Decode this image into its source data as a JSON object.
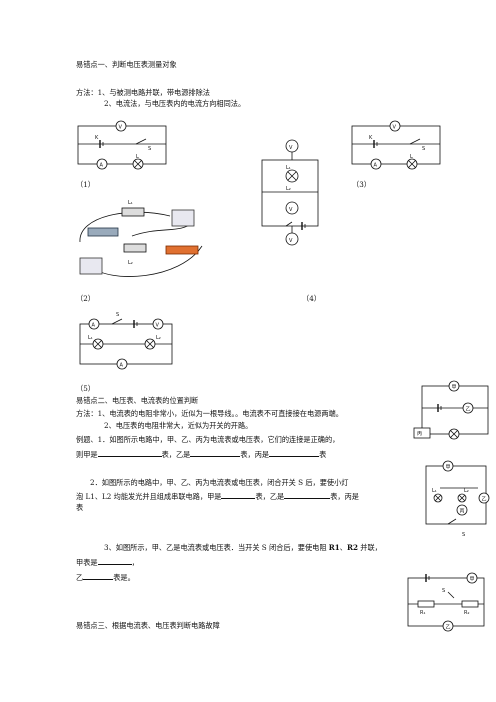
{
  "heading1": "易错点一、判断电压表测量对象",
  "method1": {
    "line1": "方法：1、与被测电路并联，带电源排除法",
    "line2": "2、电流法，与电压表内的电流方向相同法。"
  },
  "fig_labels": {
    "f1": "（1）",
    "f2": "（2）",
    "f3": "（3）",
    "f4": "（4）",
    "f5": "（5）"
  },
  "circuit_symbols": {
    "V": "V",
    "A": "A",
    "S": "S",
    "K": "K",
    "L": "L",
    "L1": "L₁",
    "L2": "L₂",
    "jia": "甲",
    "yi": "乙",
    "bing": "丙",
    "R1": "R₁",
    "R2": "R₂"
  },
  "heading2": "易错点二、电压表、电流表的位置判断",
  "method2": {
    "line1": "方法：1、电流表的电阻非常小，近似为一根导线。。电流表不可直接接在电源两端。",
    "line2": "2、电压表的电阻非常大，近似为开关的开路。"
  },
  "q1": {
    "line1": "例题、1．如图所示电路中，甲、乙、丙为电流表或电压表，它们的连接是正确的，",
    "prefix": "则甲是",
    "mid1": "表，乙是",
    "mid2": "表，丙是",
    "suffix": "表"
  },
  "q2": {
    "line1": "2．如图所示的电路中，甲、乙、丙为电流表或电压表，闭合开关 S 后，要使小灯",
    "line2_prefix": "泡 L1、L2 均能发光并且组成串联电路，甲是",
    "line2_mid1": "表，乙是",
    "line2_mid2": "表，丙是",
    "line3": "表"
  },
  "q3": {
    "line1_prefix": "3、如图所示，甲、乙是电流表或电压表．当开关 S 闭合后，要使电阻 ",
    "line1_r1": "R1",
    "line1_mid": "、",
    "line1_r2": "R2",
    "line1_suffix": " 并联，",
    "line2_prefix": "甲表是",
    "line2_suffix": "，",
    "line3_prefix": "乙",
    "line3_suffix": "表是。"
  },
  "heading3": "易错点三、根据电流表、电压表判断电路故障"
}
